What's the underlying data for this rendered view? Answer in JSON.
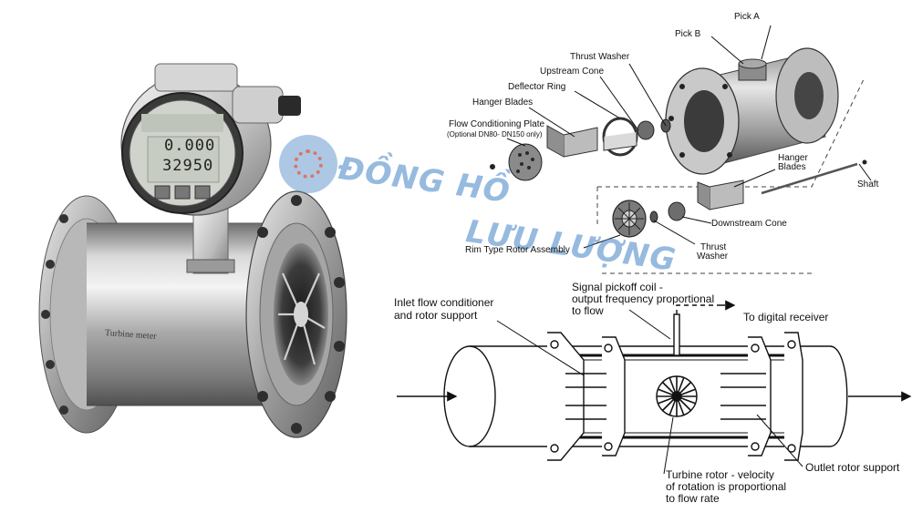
{
  "watermark": {
    "line1": "ĐỒNG HỒ",
    "line2": "LƯU LƯỢNG",
    "color": "#4a86c6"
  },
  "meter": {
    "display_top": "0.000",
    "display_bottom": "32950",
    "body_text": "Turbine meter"
  },
  "exploded_labels": {
    "pick_a": "Pick A",
    "pick_b": "Pick B",
    "thrust_washer_top": "Thrust Washer",
    "upstream_cone": "Upstream Cone",
    "deflector_ring": "Deflector Ring",
    "hanger_blades_top": "Hanger Blades",
    "flow_conditioning_plate": "Flow Conditioning Plate",
    "flow_conditioning_note": "(Optional DN80- DN150 only)",
    "hanger_blades_right_1": "Hanger",
    "hanger_blades_right_2": "Blades",
    "shaft": "Shaft",
    "downstream_cone": "Downstream Cone",
    "thrust_washer_bottom_1": "Thrust",
    "thrust_washer_bottom_2": "Washer",
    "rim_type_rotor": "Rim Type Rotor Assembly"
  },
  "section_labels": {
    "inlet_1": "Inlet flow conditioner",
    "inlet_2": "and rotor support",
    "signal_1": "Signal pickoff coil -",
    "signal_2": "output frequency proportional",
    "signal_3": "to flow",
    "digital_receiver": "To digital receiver",
    "outlet": "Outlet rotor support",
    "rotor_1": "Turbine rotor - velocity",
    "rotor_2": "of rotation is proportional",
    "rotor_3": "to flow rate"
  }
}
